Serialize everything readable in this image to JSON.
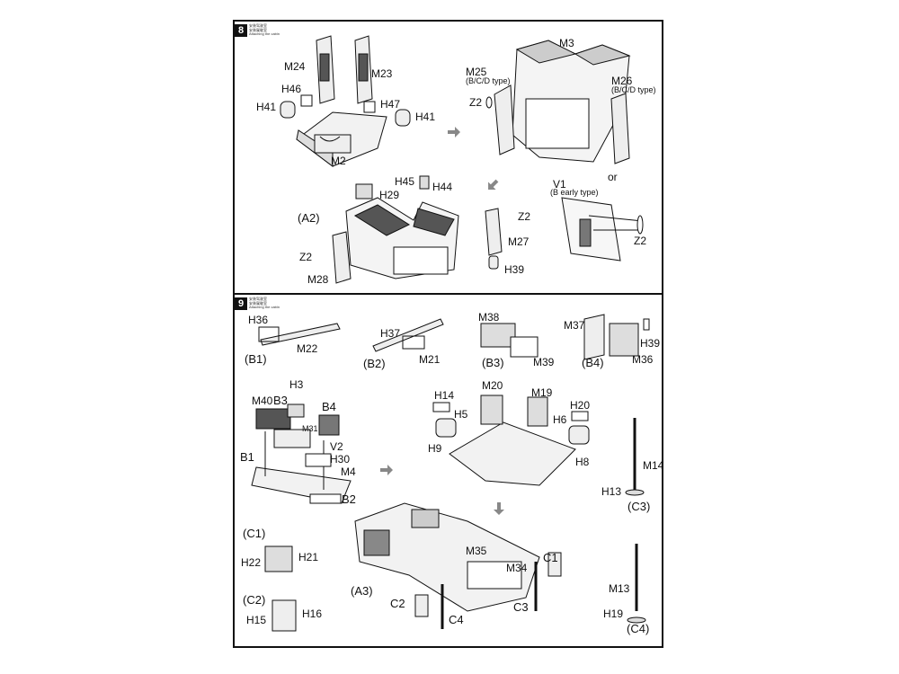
{
  "step8": {
    "number": "8",
    "caption_lines": [
      "安装驾驶室",
      "安装駕駛室",
      "Attaching the cabin"
    ],
    "labels": {
      "M24": "M24",
      "M23": "M23",
      "H46": "H46",
      "H47": "H47",
      "H41a": "H41",
      "H41b": "H41",
      "M2": "M2",
      "M3": "M3",
      "M25": "M25",
      "M25_note": "(B/C/D type)",
      "M26": "M26",
      "M26_note": "(B/C/D type)",
      "Z2a": "Z2",
      "or": "or",
      "V1": "V1",
      "V1_note": "(B early type)",
      "Z2b": "Z2",
      "H45": "H45",
      "H44": "H44",
      "H29": "H29",
      "A2": "(A2)",
      "Z2c": "Z2",
      "M27": "M27",
      "Z2d": "Z2",
      "H39": "H39",
      "M28": "M28"
    }
  },
  "step9": {
    "number": "9",
    "caption_lines": [
      "安装驾驶室",
      "安装駕駛室",
      "Attaching the cabin"
    ],
    "labels": {
      "H36": "H36",
      "M22": "M22",
      "B1": "(B1)",
      "H37": "H37",
      "M21": "M21",
      "B2": "(B2)",
      "M38": "M38",
      "M39": "M39",
      "B3": "(B3)",
      "M37": "M37",
      "H39": "H39",
      "M36": "M36",
      "B4": "(B4)",
      "H3": "H3",
      "M40": "M40",
      "B3b": "B3",
      "B4b": "B4",
      "M31": "M31",
      "V2": "V2",
      "B1b": "B1",
      "H30": "H30",
      "M4": "M4",
      "B2b": "B2",
      "H14": "H14",
      "M20": "M20",
      "M19": "M19",
      "H20": "H20",
      "H5": "H5",
      "H6": "H6",
      "H9": "H9",
      "H8": "H8",
      "M14": "M14",
      "H13": "H13",
      "C3": "(C3)",
      "C1": "(C1)",
      "H21": "H21",
      "H22": "H22",
      "C2": "(C2)",
      "H16": "H16",
      "H15": "H15",
      "M35": "M35",
      "C1b": "C1",
      "M34": "M34",
      "A3": "(A3)",
      "C2b": "C2",
      "C3b": "C3",
      "C4b": "C4",
      "M13": "M13",
      "H19": "H19",
      "C4": "(C4)"
    }
  },
  "colors": {
    "ink": "#111111",
    "arrow": "#888888",
    "fill": "#e6e6e6",
    "dark": "#444444"
  },
  "icons": {
    "flow_arrow": "flow-arrow-icon"
  }
}
